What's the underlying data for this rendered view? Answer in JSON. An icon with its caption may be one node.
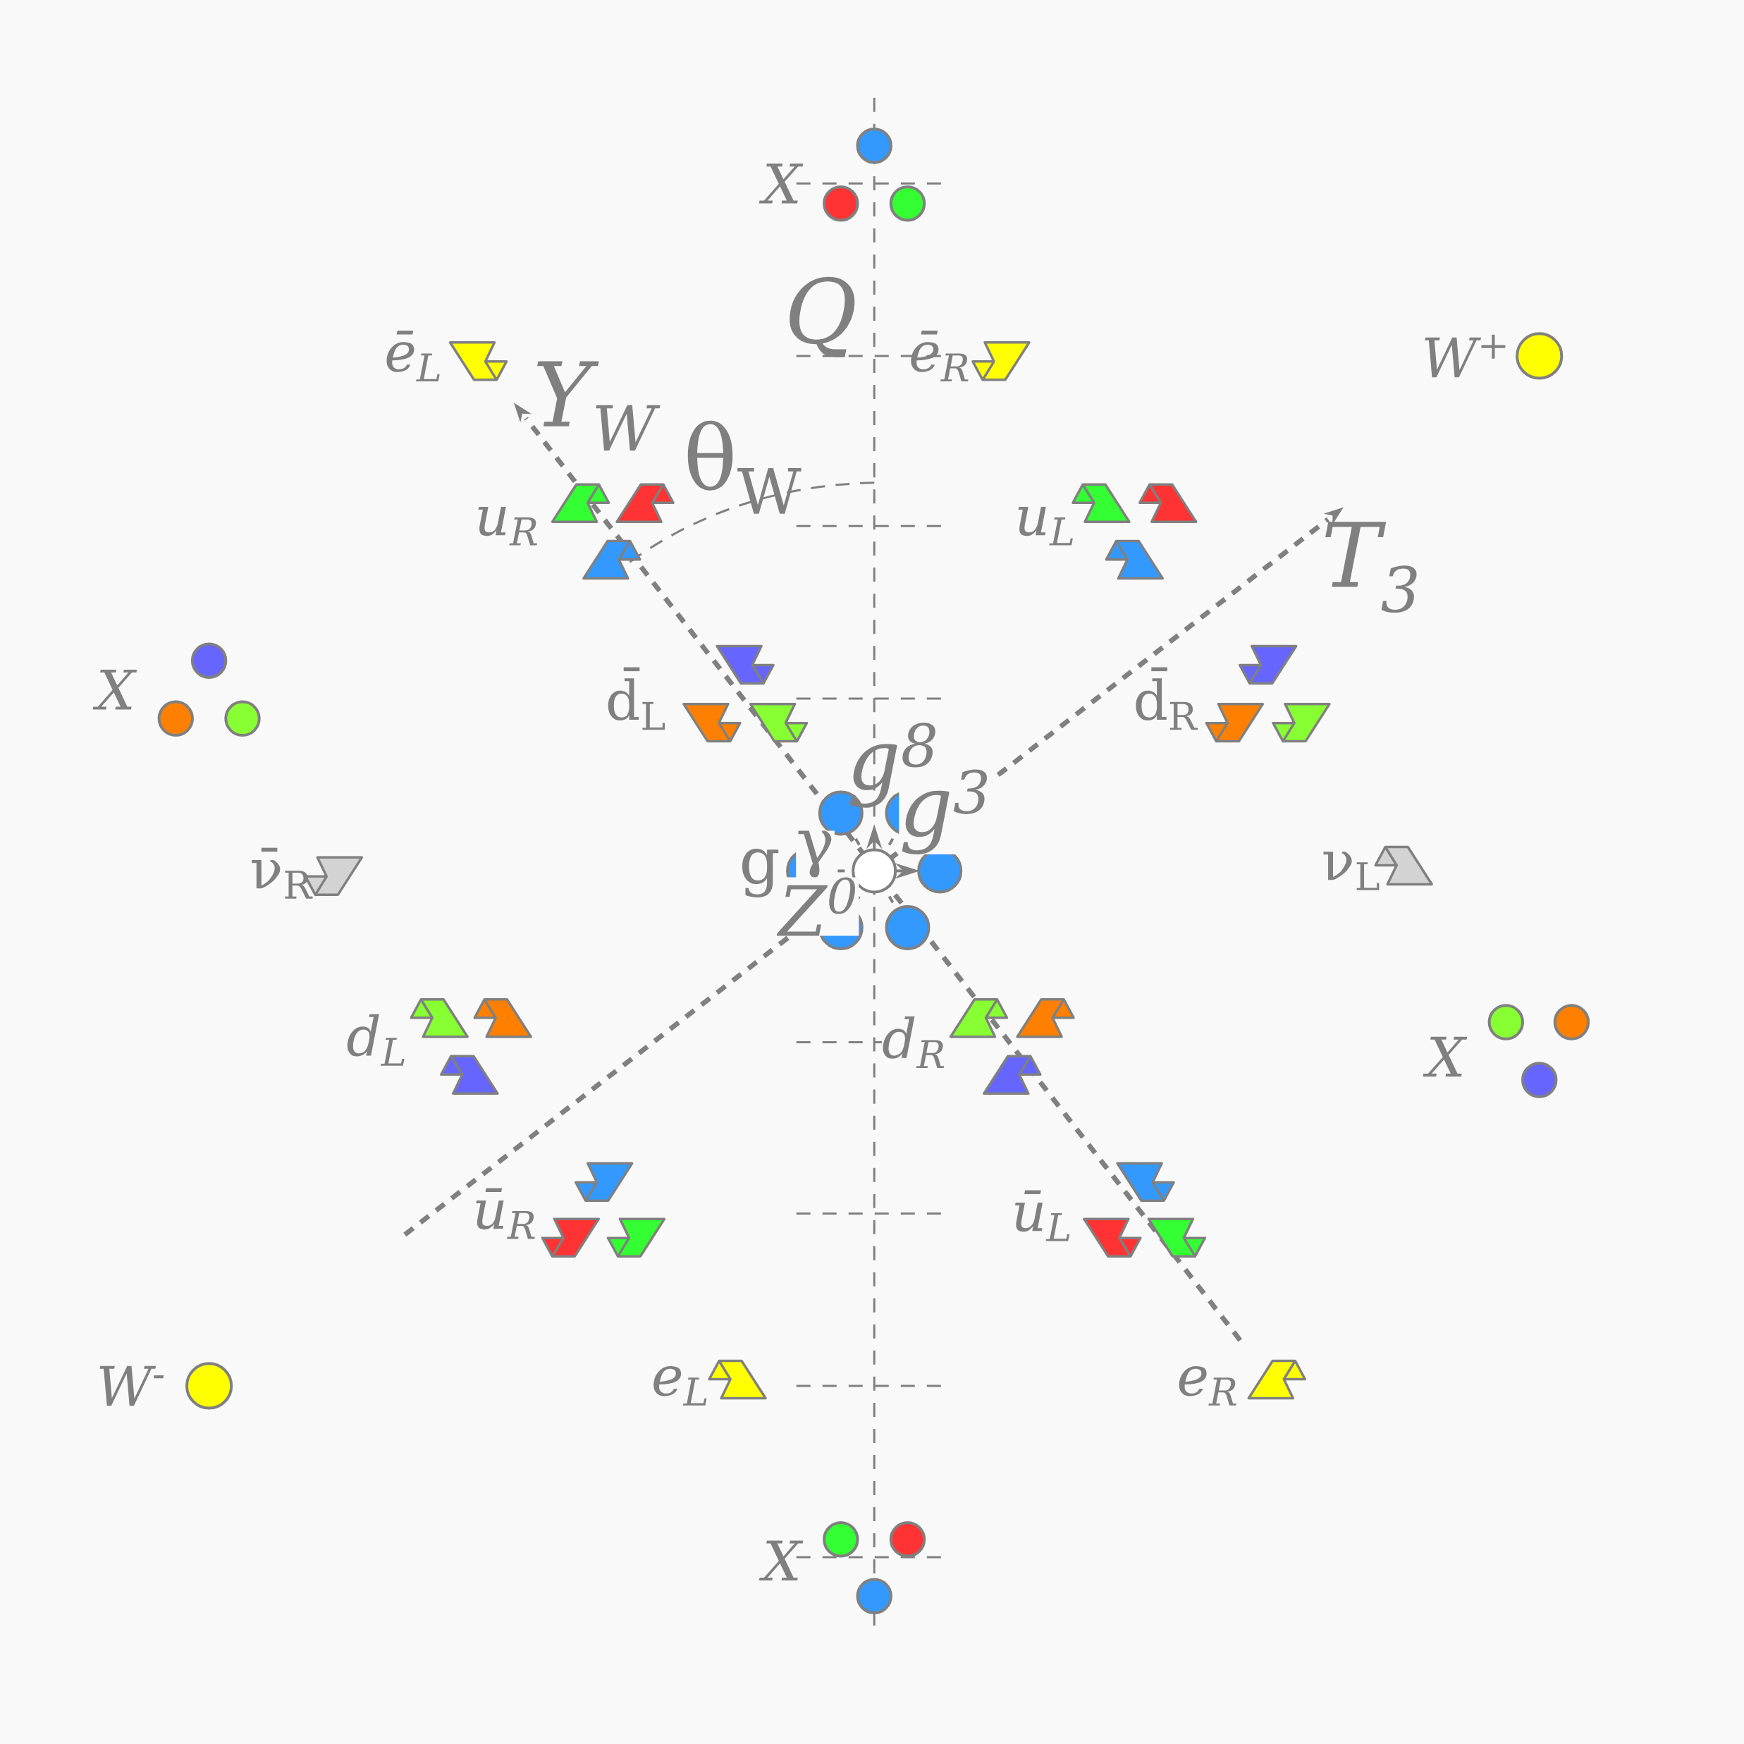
{
  "diagram": {
    "labels": [
      "X",
      "Q",
      "ē$_{L}$",
      "ē$_{R}$",
      "W$^{+}$",
      "Y$_{W}$",
      "θ$_{W}$",
      "u$_{R}$",
      "u$_{L}$",
      "T$_{3}$",
      "X",
      "d̄$_{L}$",
      "d̄$_{R}$",
      "g$^{8}$",
      "g$^{3}$",
      "g",
      "γ",
      "Z$^{0}$",
      "ν̄$_{R}$",
      "ν$_{L}$",
      "d$_{L}$",
      "d$_{R}$",
      "X",
      "ū$_{R}$",
      "ū$_{L}$",
      "W$^{-}$",
      "e$_{L}$",
      "e$_{R}$",
      "X"
    ]
  }
}
